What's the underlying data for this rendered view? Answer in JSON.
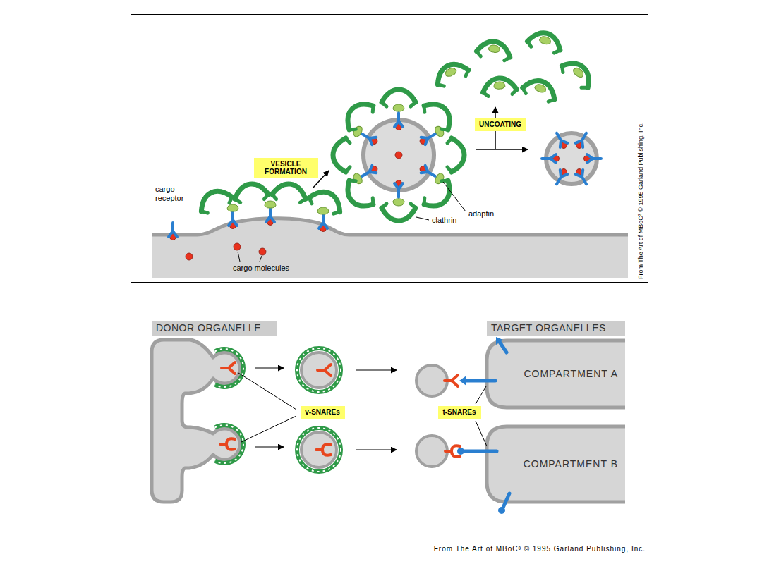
{
  "diagram": {
    "nodes": [
      {
        "text": [
          "VESICLE FORMATION"
        ]
      },
      {
        "text": [
          "UNCOATING"
        ]
      },
      {
        "text": [
          "DONOR ORGANELLE"
        ]
      },
      {
        "text": [
          "TARGET ORGANELLES"
        ]
      },
      {
        "text": [
          "COMPARTMENT A"
        ]
      },
      {
        "text": [
          "v-SNAREs"
        ]
      },
      {
        "text": [
          "t-SNAREs"
        ]
      },
      {
        "text": [
          "COMPARTMENT B"
        ]
      }
    ],
    "labels": [
      "cargo receptor",
      "adaptin",
      "clathrin",
      "cargo molecules",
      "From The Art of MBoC³ © 1995 Garland Publishing, Inc.",
      "From The Art of MBoC³ © 1995 Garland Publishing, Inc."
    ]
  }
}
